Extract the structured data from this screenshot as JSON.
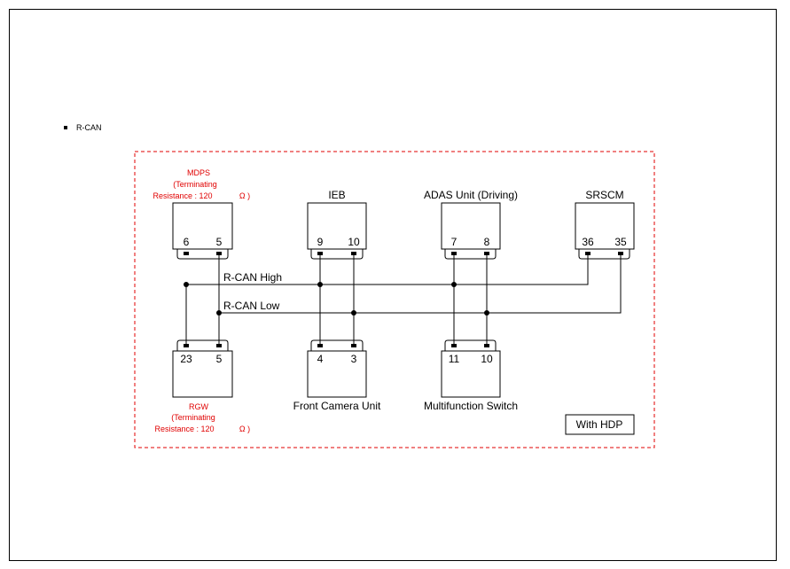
{
  "section": {
    "label": "R-CAN"
  },
  "bus": {
    "high_label": "R-CAN High",
    "low_label": "R-CAN Low"
  },
  "variant": {
    "label": "With HDP"
  },
  "modules": {
    "mdps": {
      "name": "MDPS",
      "note_line1": "(Terminating",
      "note_line2": "Resistance : 120",
      "note_unit": "Ω )",
      "pin_a": "6",
      "pin_b": "5"
    },
    "ieb": {
      "name": "IEB",
      "pin_a": "9",
      "pin_b": "10"
    },
    "adas": {
      "name": "ADAS Unit (Driving)",
      "pin_a": "7",
      "pin_b": "8"
    },
    "srscm": {
      "name": "SRSCM",
      "pin_a": "36",
      "pin_b": "35"
    },
    "rgw": {
      "name": "RGW",
      "note_line1": "(Terminating",
      "note_line2": "Resistance : 120",
      "note_unit": "Ω )",
      "pin_a": "23",
      "pin_b": "5"
    },
    "fcu": {
      "name": "Front Camera Unit",
      "pin_a": "4",
      "pin_b": "3"
    },
    "mfs": {
      "name": "Multifunction Switch",
      "pin_a": "11",
      "pin_b": "10"
    }
  },
  "colors": {
    "accent_red": "#e00000",
    "line": "#000000"
  }
}
